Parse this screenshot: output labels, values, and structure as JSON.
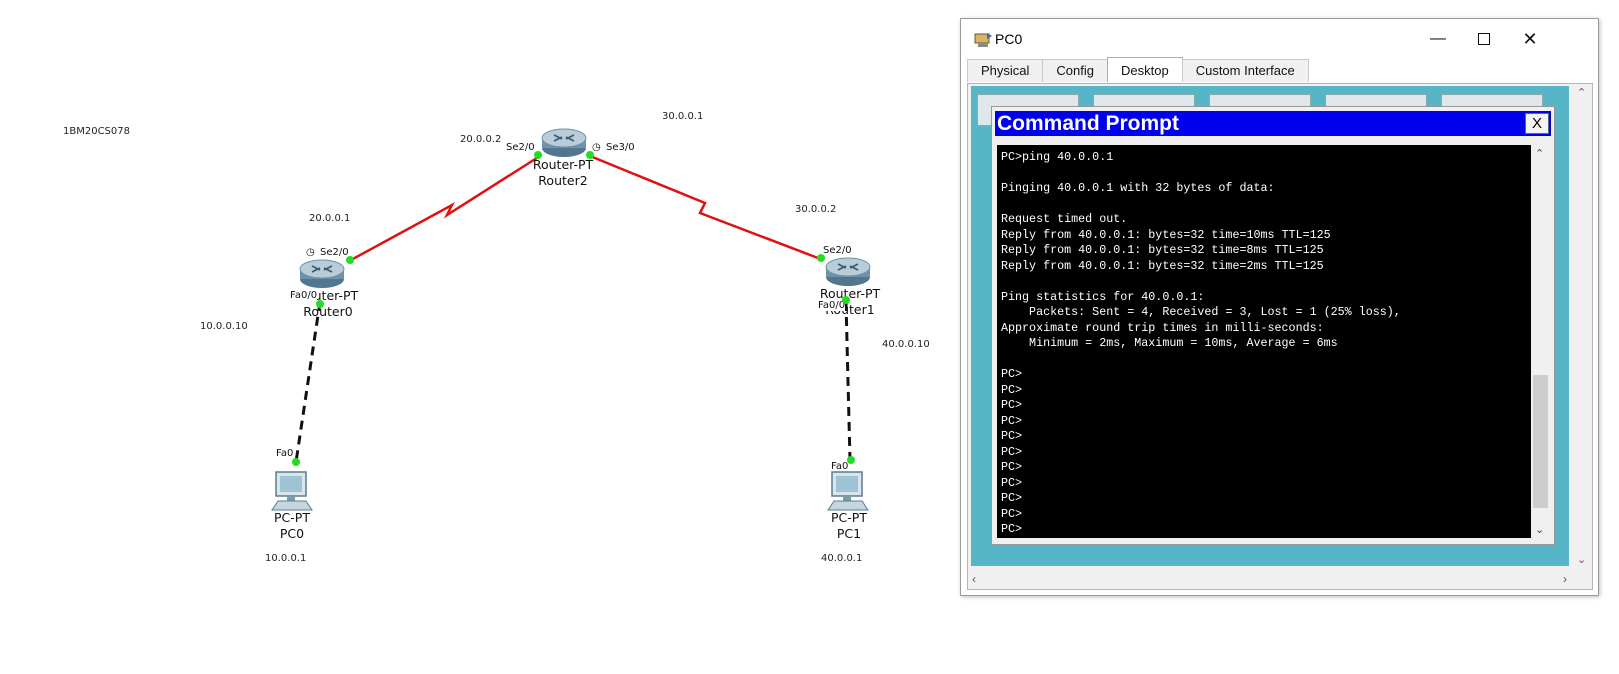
{
  "topology": {
    "student_id": "1BM20CS078",
    "ip_labels": {
      "r2_se2": "20.0.0.2",
      "r2_se3": "30.0.0.1",
      "r0_se2": "20.0.0.1",
      "r1_se2": "30.0.0.2",
      "r0_fa0": "10.0.0.10",
      "r1_fa0": "40.0.0.10",
      "pc0": "10.0.0.1",
      "pc1": "40.0.0.1"
    },
    "devices": {
      "router2": {
        "model": "Router-PT",
        "name": "Router2"
      },
      "router0": {
        "model": "Router-PT",
        "name": "Router0"
      },
      "router1": {
        "model": "Router-PT",
        "name": "Router1"
      },
      "pc0": {
        "model": "PC-PT",
        "name": "PC0"
      },
      "pc1": {
        "model": "PC-PT",
        "name": "PC1"
      }
    },
    "ports": {
      "r2_left": "Se2/0",
      "r2_right": "Se3/0",
      "r0_serial": "Se2/0",
      "r0_fast": "Fa0/0",
      "r1_serial": "Se2/0",
      "r1_fast": "Fa0/0",
      "pc0_fa": "Fa0",
      "pc1_fa": "Fa0"
    },
    "colors": {
      "serial_link": "#e01010",
      "ethernet_link": "#111111",
      "port_up": "#22dd22"
    }
  },
  "window": {
    "title": "PC0",
    "minimize_icon": "minimize-icon",
    "maximize_icon": "maximize-icon",
    "close_icon": "close-icon",
    "tabs": [
      "Physical",
      "Config",
      "Desktop",
      "Custom Interface"
    ],
    "active_tab": "Desktop"
  },
  "cmd": {
    "title": "Command Prompt",
    "close_label": "X",
    "lines": [
      "PC>ping 40.0.0.1",
      "",
      "Pinging 40.0.0.1 with 32 bytes of data:",
      "",
      "Request timed out.",
      "Reply from 40.0.0.1: bytes=32 time=10ms TTL=125",
      "Reply from 40.0.0.1: bytes=32 time=8ms TTL=125",
      "Reply from 40.0.0.1: bytes=32 time=2ms TTL=125",
      "",
      "Ping statistics for 40.0.0.1:",
      "    Packets: Sent = 4, Received = 3, Lost = 1 (25% loss),",
      "Approximate round trip times in milli-seconds:",
      "    Minimum = 2ms, Maximum = 10ms, Average = 6ms",
      "",
      "PC>",
      "PC>",
      "PC>",
      "PC>",
      "PC>",
      "PC>",
      "PC>",
      "PC>",
      "PC>",
      "PC>",
      "PC>"
    ]
  }
}
